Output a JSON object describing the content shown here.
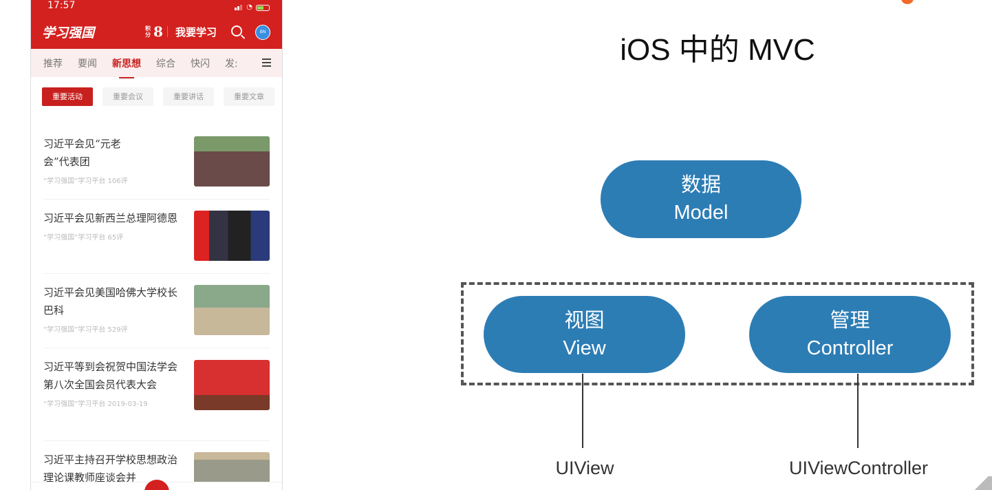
{
  "phone": {
    "status_time": "17:57",
    "header": {
      "logo": "学习强国",
      "score_label": "积分",
      "score": "8",
      "study_button": "我要学习",
      "avatar_text": "BN"
    },
    "tabs": [
      "推荐",
      "要闻",
      "新思想",
      "综合",
      "快闪",
      "发:"
    ],
    "active_tab": 2,
    "chips": [
      "重要活动",
      "重要会议",
      "重要讲话",
      "重要文章"
    ],
    "active_chip": 0,
    "articles": [
      {
        "title": "习近平会见“元老会”代表团",
        "meta": "“学习强国”学习平台  106评"
      },
      {
        "title": "习近平会见新西兰总理阿德恩",
        "meta": "“学习强国”学习平台  65评"
      },
      {
        "title": "习近平会见美国哈佛大学校长巴科",
        "meta": "“学习强国”学习平台  529评"
      },
      {
        "title": "习近平等到会祝贺中国法学会第八次全国会员代表大会",
        "meta": "“学习强国”学习平台  2019-03-19"
      },
      {
        "title": "习近平主持召开学校思想政治理论课教师座谈会并",
        "meta": ""
      }
    ]
  },
  "slide": {
    "title": "iOS 中的 MVC",
    "model": {
      "cn": "数据",
      "en": "Model"
    },
    "view": {
      "cn": "视图",
      "en": "View"
    },
    "controller": {
      "cn": "管理",
      "en": "Controller"
    },
    "view_class": "UIView",
    "controller_class": "UIViewController",
    "box_color": "#2d7db5"
  }
}
